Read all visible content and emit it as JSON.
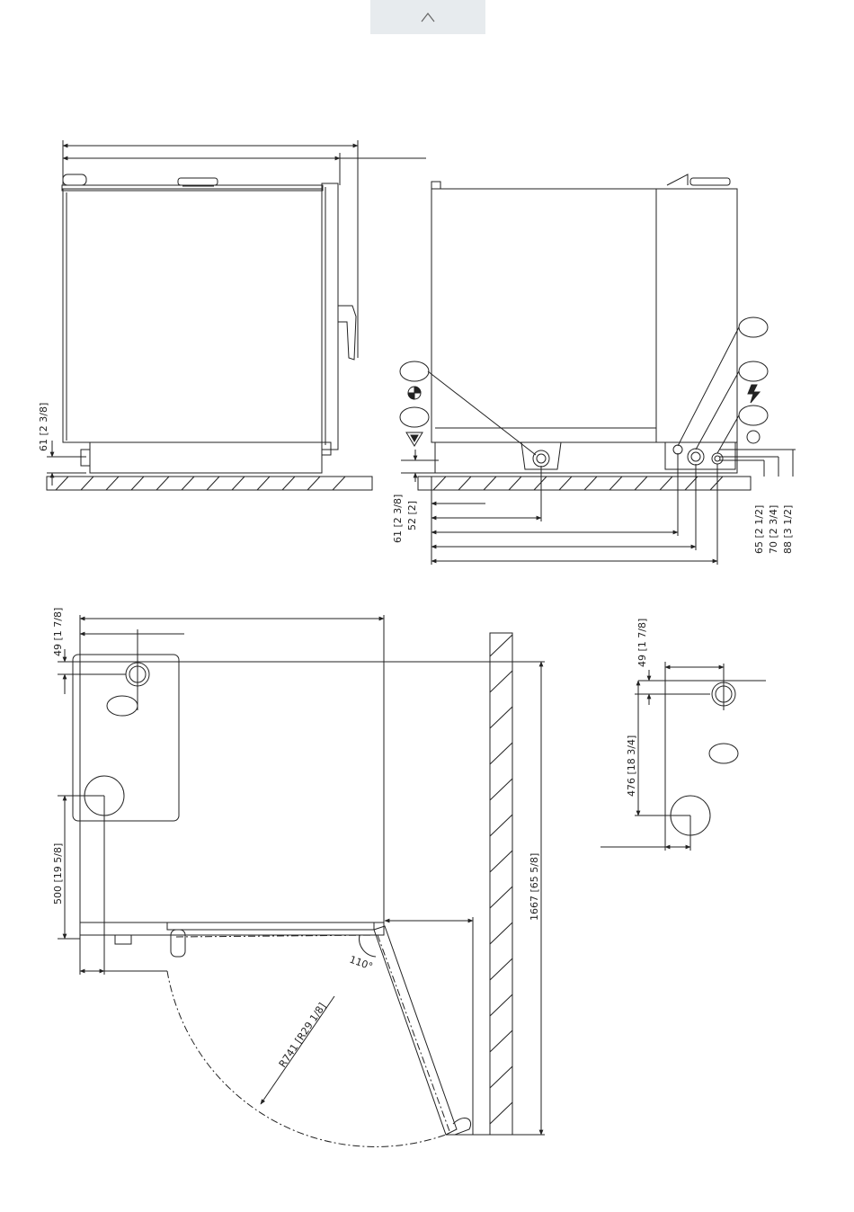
{
  "nav": {
    "scroll_top_icon": "chevron-up-icon"
  },
  "colors": {
    "line": "#222222",
    "background": "#ffffff",
    "nav_button": "#e7ebee"
  },
  "dimensions": {
    "side_height": "61 [2 3/8]",
    "rear_61": "61 [2 3/8]",
    "rear_52": "52 [2]",
    "rear_65": "65 [2 1/2]",
    "rear_70": "70 [2 3/4]",
    "rear_88": "88 [3 1/2]",
    "top_49": "49 [1 7/8]",
    "top_500": "500 [19 5/8]",
    "top_1667": "1667 [65 5/8]",
    "door_angle": "110°",
    "door_radius": "R741 [R29 1/8]",
    "detail_49": "49 [1 7/8]",
    "detail_476": "476 [18 3/4]"
  }
}
